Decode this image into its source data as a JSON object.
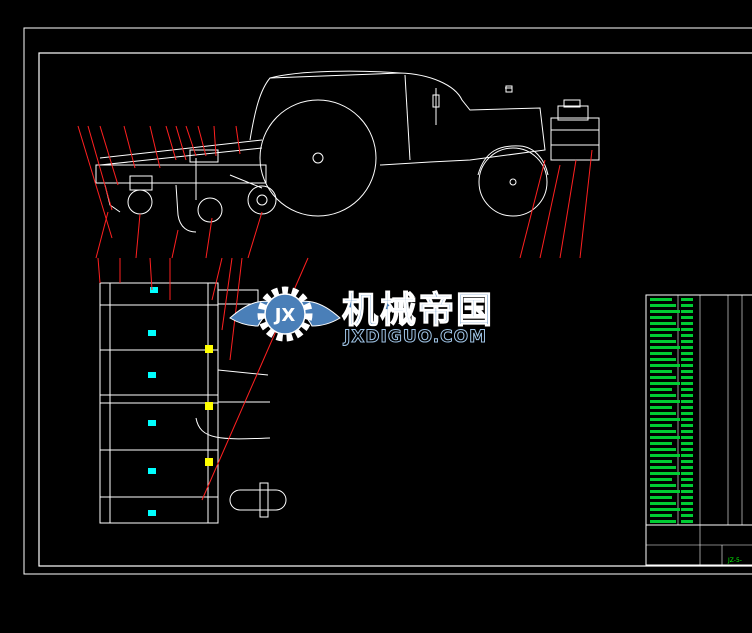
{
  "drawing": {
    "colors": {
      "background": "#000000",
      "outline": "#ffffff",
      "leader": "#ff2020",
      "table_text": "#00ff00",
      "watermark": "#4a7fb8"
    }
  },
  "watermark": {
    "title_cn": "机械帝国",
    "site": "JXDIGUO.COM",
    "logo_letters": "JX"
  },
  "title_block": {
    "drawing_no": "JZ-5-",
    "rows_hint": "parts list"
  }
}
